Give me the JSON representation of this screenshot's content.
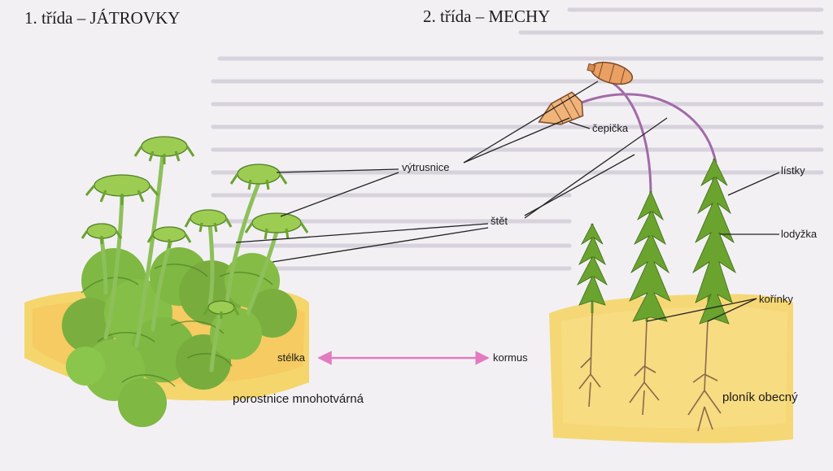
{
  "headings": {
    "left": "1. třída – JÁTROVKY",
    "right": "2. třída – MECHY"
  },
  "labels": {
    "vytrusnice": "výtrusnice",
    "cepicka": "čepička",
    "stet": "štět",
    "listky": "lístky",
    "lodyzka": "lodyžka",
    "korinky": "kořínky",
    "stelka": "stélka",
    "kormus": "kormus"
  },
  "species": {
    "liverwort": "porostnice mnohotvárná",
    "moss": "ploník obecný"
  },
  "colors": {
    "background": "#f3f0f4",
    "liverwort_green": "#7fb842",
    "soil_yellow": "#f4d35e",
    "moss_green": "#6aa32e",
    "arrow_pink": "#e27bbf",
    "leader_lines": "#222222",
    "capsule_orange": "#e9a062"
  }
}
